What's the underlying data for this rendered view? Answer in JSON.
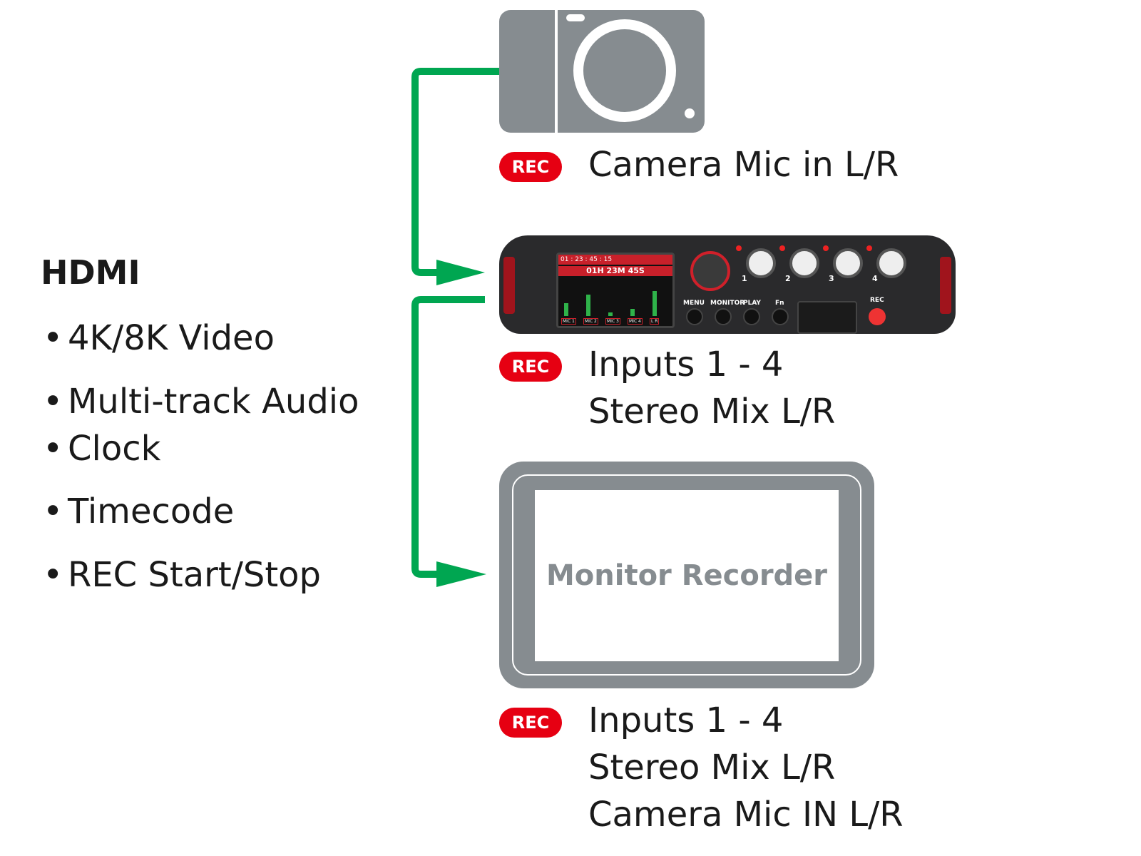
{
  "left_panel": {
    "title": "HDMI",
    "bullet_glyph": "•",
    "items": [
      "4K/8K Video",
      "Multi-track Audio",
      "Clock",
      "Timecode",
      "REC Start/Stop"
    ]
  },
  "colors": {
    "connector": "#00a651",
    "rec_badge": "#e60012",
    "device_gray": "#868c90"
  },
  "camera": {
    "icon": "camera-icon",
    "badge": "REC",
    "lines": [
      "Camera Mic in L/R"
    ]
  },
  "recorder": {
    "icon": "field-recorder-photo",
    "badge": "REC",
    "lines": [
      "Inputs 1 - 4",
      "Stereo Mix L/R"
    ],
    "screen": {
      "timecode": "01 : 23 : 45 : 15",
      "rec_time": "01H 23M 45S",
      "channels": [
        "MIC 1",
        "MIC 2",
        "MIC 3",
        "MIC 4",
        "L  R"
      ],
      "levels": [
        0.35,
        0.6,
        0.1,
        0.2,
        0.7
      ]
    },
    "knob_numbers": [
      "1",
      "2",
      "3",
      "4"
    ],
    "buttons": [
      "MENU",
      "MONITOR",
      "PLAY",
      "Fn",
      "REC"
    ]
  },
  "monitor": {
    "screen_text": "Monitor Recorder",
    "badge": "REC",
    "lines": [
      "Inputs 1 - 4",
      "Stereo Mix L/R",
      "Camera Mic IN L/R"
    ]
  }
}
